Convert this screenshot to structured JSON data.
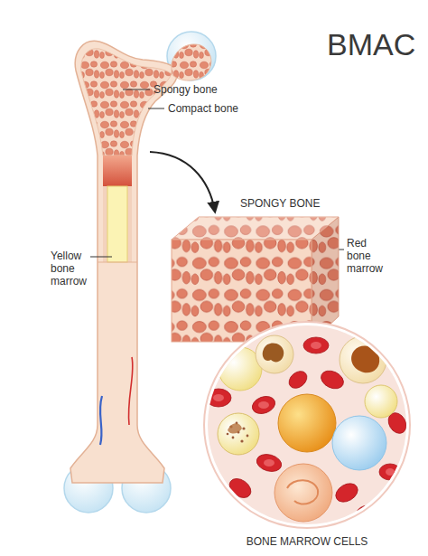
{
  "diagram": {
    "title": "BMAC",
    "labels": [
      "Spongy bone",
      "Compact bone",
      "Yellow bone marrow",
      "SPONGY BONE",
      "Red bone marrow",
      "BONE MARROW CELLS"
    ]
  }
}
